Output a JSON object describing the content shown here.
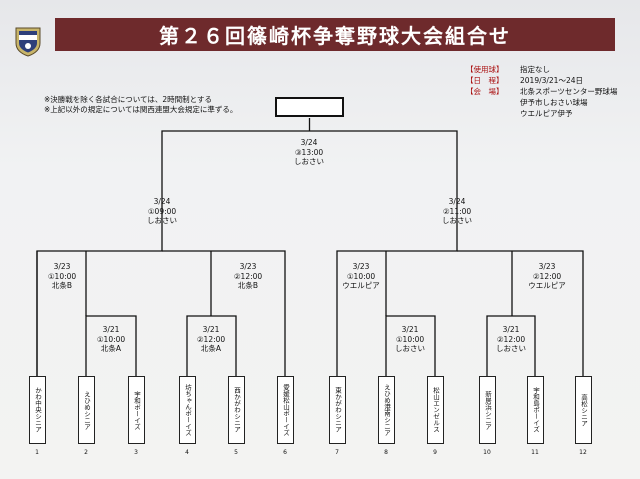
{
  "title": "第２６回篠崎杯争奪野球大会組合せ",
  "info": [
    {
      "key": "【使用球】",
      "value": "指定なし"
    },
    {
      "key": "【日　程】",
      "value": "2019/3/21～24日"
    },
    {
      "key": "【会　場】",
      "value": "北条スポーツセンター野球場"
    },
    {
      "key": "",
      "value": "伊予市しおさい球場"
    },
    {
      "key": "",
      "value": "ウエルピア伊予"
    }
  ],
  "notes": [
    "※決勝戦を除く各試合については、2時間制とする",
    "※上記以外の規定については関西連盟大会規定に準ずる。"
  ],
  "matches": {
    "final": [
      "3/24",
      "③13:00",
      "しおさい"
    ],
    "semi_left": [
      "3/24",
      "①09:00",
      "しおさい"
    ],
    "semi_right": [
      "3/24",
      "②11:00",
      "しおさい"
    ],
    "qf1": [
      "3/23",
      "①10:00",
      "北条B"
    ],
    "qf2": [
      "3/23",
      "②12:00",
      "北条B"
    ],
    "qf3": [
      "3/23",
      "①10:00",
      "ウエルピア"
    ],
    "qf4": [
      "3/23",
      "②12:00",
      "ウエルピア"
    ],
    "r1a": [
      "3/21",
      "①10:00",
      "北条A"
    ],
    "r1b": [
      "3/21",
      "②12:00",
      "北条A"
    ],
    "r1c": [
      "3/21",
      "①10:00",
      "しおさい"
    ],
    "r1d": [
      "3/21",
      "②12:00",
      "しおさい"
    ]
  },
  "teams": [
    {
      "name": "かわ中央シニア",
      "num": "1"
    },
    {
      "name": "えひめシニア",
      "num": "2"
    },
    {
      "name": "宇和ボーイズ",
      "num": "3"
    },
    {
      "name": "坊ちゃんボーイズ",
      "num": "4"
    },
    {
      "name": "西かがわシニア",
      "num": "5"
    },
    {
      "name": "愛媛松山ボーイズ",
      "num": "6"
    },
    {
      "name": "東かがわシニア",
      "num": "7"
    },
    {
      "name": "えひめ港南シニア",
      "num": "8"
    },
    {
      "name": "松山エンゼルス",
      "num": "9"
    },
    {
      "name": "新居浜シニア",
      "num": "10"
    },
    {
      "name": "宇和島ボーイズ",
      "num": "11"
    },
    {
      "name": "高松シニア",
      "num": "12"
    }
  ],
  "colors": {
    "banner": "#6e2a2c",
    "info_key": "#a11111"
  }
}
